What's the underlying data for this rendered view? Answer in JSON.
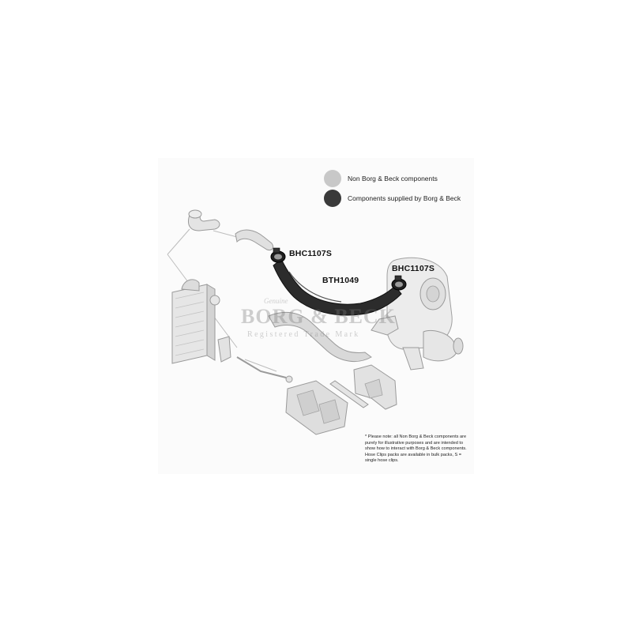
{
  "legend": {
    "items": [
      {
        "label": "Non Borg & Beck components",
        "color": "#c8c8c8"
      },
      {
        "label": "Components supplied by Borg & Beck",
        "color": "#3a3a3a"
      }
    ]
  },
  "labels": {
    "clip_left": "BHC1107S",
    "hose": "BTH1049",
    "clip_right": "BHC1107S"
  },
  "watermark": {
    "small": "Genuine",
    "brand": "BORG & BECK",
    "sub": "Registered Trade Mark"
  },
  "note": "* Please note: all Non Borg & Beck components are purely for illustrative purposes and are intended to show how to interact with Borg & Beck components. Hose Clips packs are available in bulk packs, S = single hose clips."
}
